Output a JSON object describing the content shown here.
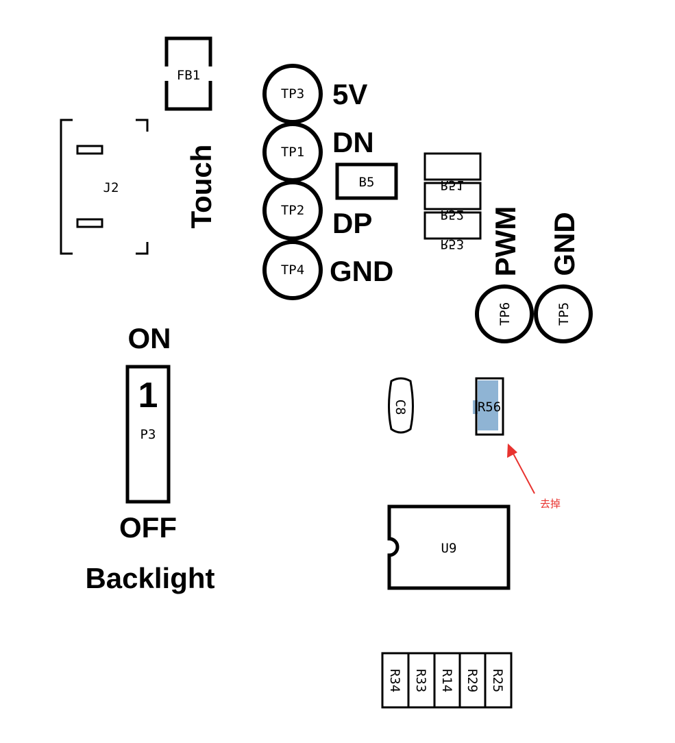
{
  "components": {
    "fb1": "FB1",
    "j2": "J2",
    "tp3": "TP3",
    "tp1": "TP1",
    "tp2": "TP2",
    "tp4": "TP4",
    "tp6": "TP6",
    "tp5": "TP5",
    "b5": "B5",
    "r51": "R51",
    "r52": "R52",
    "r53": "R53",
    "c8": "C8",
    "r56": "R56",
    "p3": "P3",
    "p3_pin": "1",
    "u9": "U9",
    "r34": "R34",
    "r33": "R33",
    "r14": "R14",
    "r29": "R29",
    "r25": "R25"
  },
  "labels": {
    "touch": "Touch",
    "v5": "5V",
    "dn": "DN",
    "dp": "DP",
    "gnd_left": "GND",
    "pwm": "PWM",
    "gnd_right": "GND",
    "on": "ON",
    "off": "OFF",
    "backlight": "Backlight"
  },
  "annotation": {
    "note": "去掉",
    "color": "#e8332f",
    "highlight_color": "#8fb4d4"
  }
}
